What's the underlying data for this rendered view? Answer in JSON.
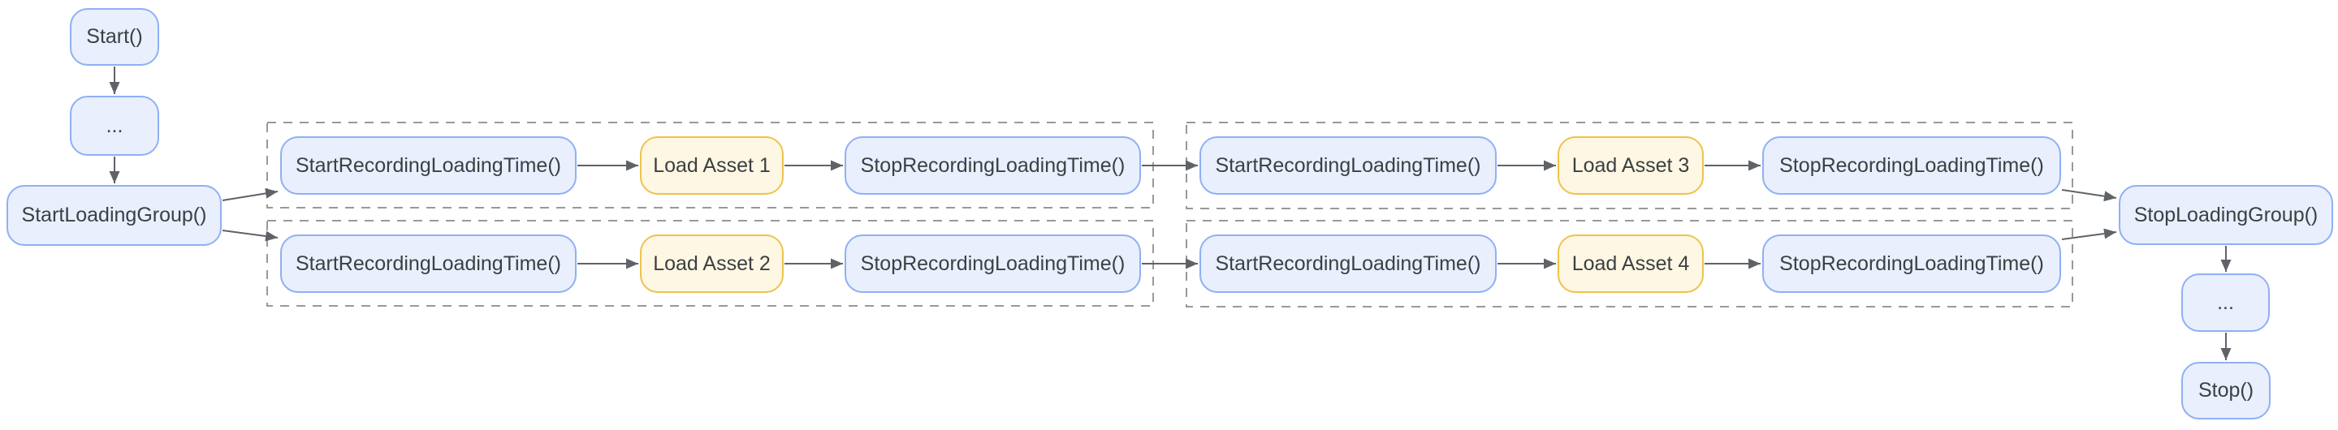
{
  "diagram": {
    "type": "flowchart",
    "colors": {
      "background": "#ffffff",
      "node_fill_blue": "#e9effc",
      "node_border_blue": "#8fb0f4",
      "node_fill_yellow": "#fdf7e3",
      "node_border_yellow": "#f0c24b",
      "edge": "#5f6368",
      "group_border_dash": "#999999",
      "text": "#3c4043"
    },
    "nodes": {
      "start": "Start()",
      "ellipsis_before": "...",
      "start_loading_group": "StartLoadingGroup()",
      "g1r1_start": "StartRecordingLoadingTime()",
      "g1r1_load": "Load Asset 1",
      "g1r1_stop": "StopRecordingLoadingTime()",
      "g1r2_start": "StartRecordingLoadingTime()",
      "g1r2_load": "Load Asset 2",
      "g1r2_stop": "StopRecordingLoadingTime()",
      "g2r1_start": "StartRecordingLoadingTime()",
      "g2r1_load": "Load Asset 3",
      "g2r1_stop": "StopRecordingLoadingTime()",
      "g2r2_start": "StartRecordingLoadingTime()",
      "g2r2_load": "Load Asset 4",
      "g2r2_stop": "StopRecordingLoadingTime()",
      "stop_loading_group": "StopLoadingGroup()",
      "ellipsis_after": "...",
      "stop": "Stop()"
    }
  }
}
